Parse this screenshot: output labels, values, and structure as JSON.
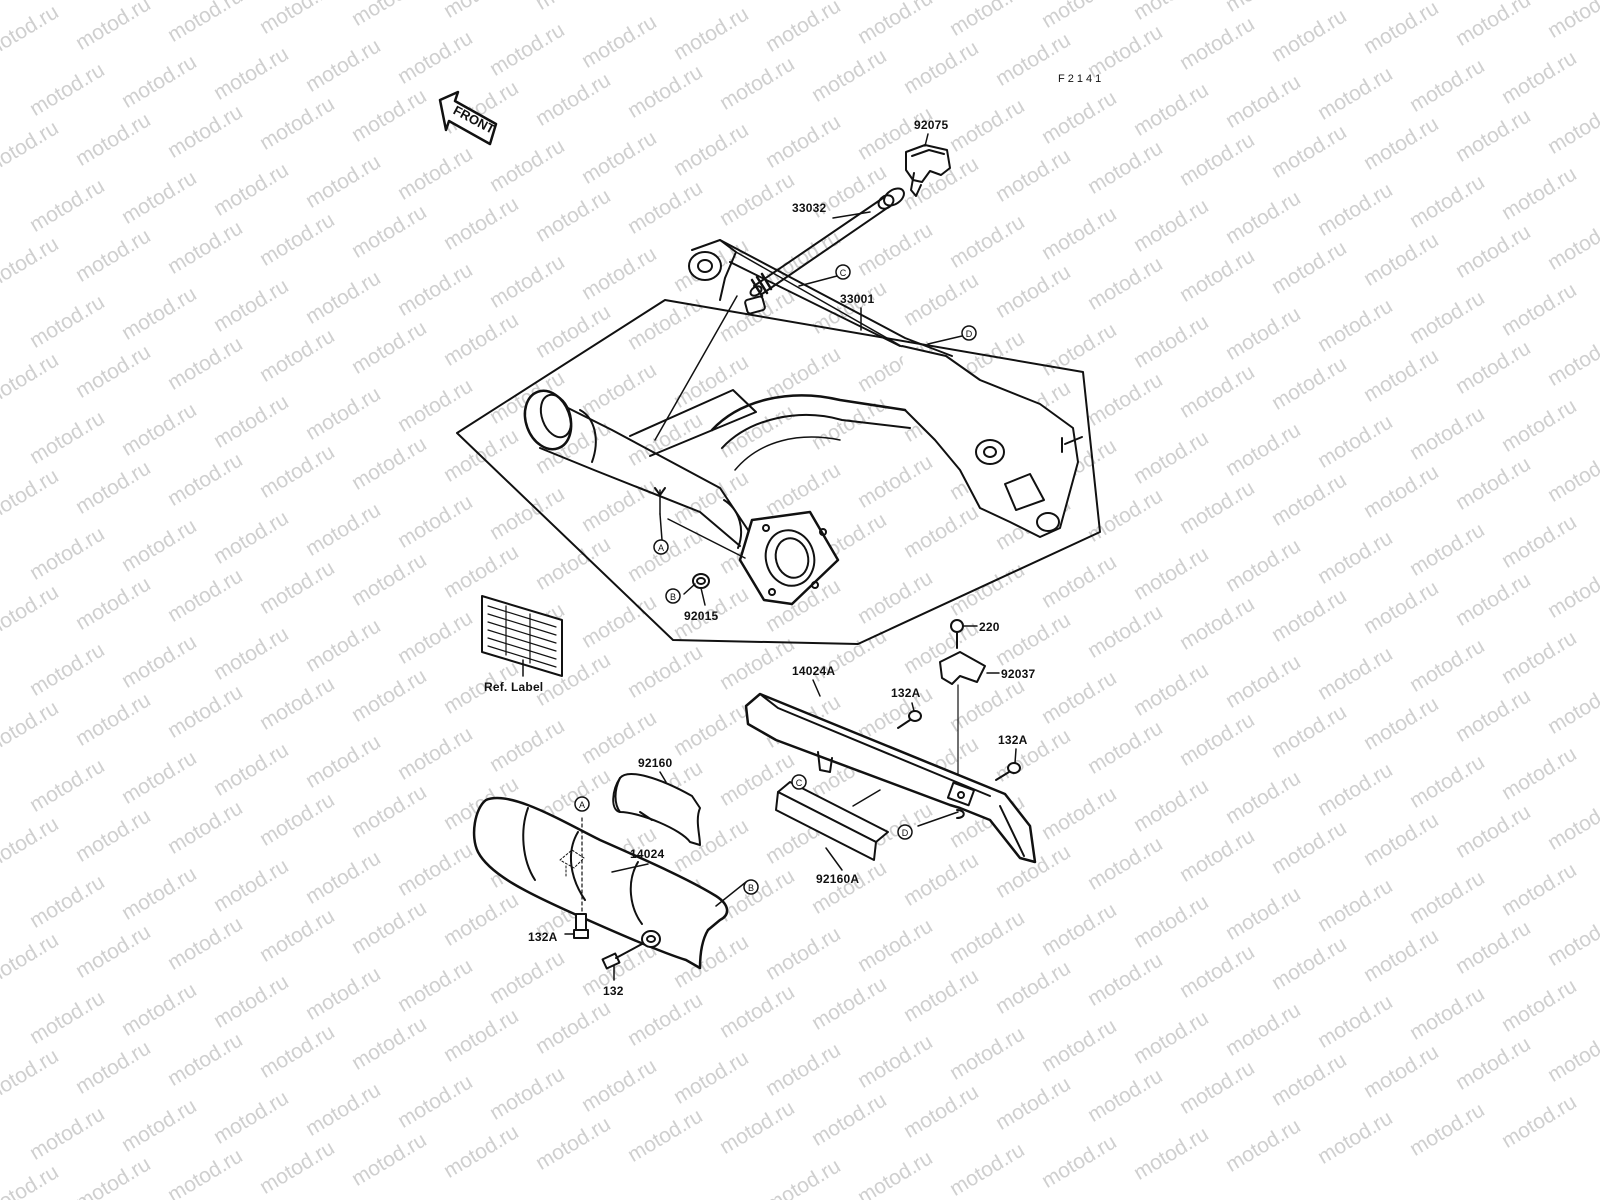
{
  "watermark_text": "motod.ru",
  "diagram_code": "F2141",
  "front_arrow_label": "FRONT",
  "parts": {
    "p92075": "92075",
    "p33032": "33032",
    "p33001": "33001",
    "p92015": "92015",
    "p220": "220",
    "p92037": "92037",
    "p14024A": "14024A",
    "p132A_top": "132A",
    "p132A_right": "132A",
    "p92160": "92160",
    "p14024": "14024",
    "p92160A": "92160A",
    "p132A_bottom": "132A",
    "p132": "132",
    "ref_label": "Ref. Label"
  },
  "markers": {
    "a": "A",
    "b": "B",
    "c": "C",
    "d": "D"
  }
}
